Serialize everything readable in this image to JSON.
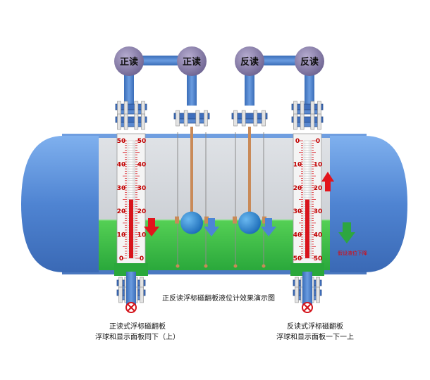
{
  "colors": {
    "vessel_blue": "#5b8ed6",
    "vessel_gray": "#c9cdd2",
    "liquid_green": "#36c43b",
    "float_blue": "#2f8fd8",
    "pipe_blue": "#4a7ec8",
    "bubble_purple": "#8a7fa6",
    "scale_red": "#d8141c",
    "arrow_red": "#e2141c",
    "arrow_blue": "#4c85d6",
    "arrow_green": "#2da640",
    "indicator_label_red": "#e60000"
  },
  "bubbles": [
    {
      "label": "正读"
    },
    {
      "label": "正读"
    },
    {
      "label": "反读"
    },
    {
      "label": "反读"
    }
  ],
  "gauge_left": {
    "mode": "正读",
    "ticks_left": [
      "50",
      "40",
      "30",
      "20",
      "10",
      "0"
    ],
    "ticks_right": [
      "50",
      "40",
      "30",
      "20",
      "10",
      "0"
    ],
    "arrow_direction": "down",
    "red_fill_fraction": 0.5
  },
  "gauge_right": {
    "mode": "反读",
    "ticks_left": [
      "0",
      "10",
      "20",
      "30",
      "40",
      "50"
    ],
    "ticks_right": [
      "0",
      "10",
      "20",
      "30",
      "40",
      "50"
    ],
    "arrow_direction": "up",
    "red_fill_fraction": 0.5
  },
  "liquid_level_fraction": 0.38,
  "labels": {
    "center_title": "正反读浮标磁翻板液位计效果演示图",
    "left_caption_1": "正读式浮标磁翻板",
    "left_caption_2": "浮球和显示面板同下（上）",
    "right_caption_1": "反读式浮标磁翻板",
    "right_caption_2": "浮球和显示面板一下一上",
    "indicator_note": "假设液位下降"
  }
}
